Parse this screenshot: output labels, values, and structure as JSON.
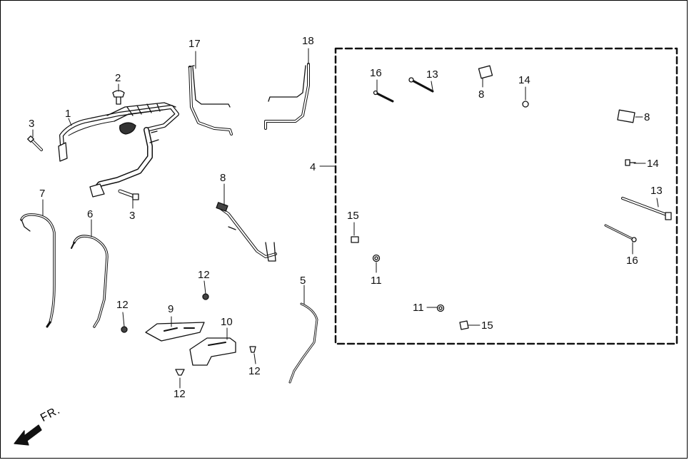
{
  "diagram": {
    "direction_label": "FR.",
    "callouts": [
      {
        "id": "c1",
        "text": "1"
      },
      {
        "id": "c2",
        "text": "2"
      },
      {
        "id": "c3a",
        "text": "3"
      },
      {
        "id": "c3b",
        "text": "3"
      },
      {
        "id": "c4",
        "text": "4"
      },
      {
        "id": "c5",
        "text": "5"
      },
      {
        "id": "c6",
        "text": "6"
      },
      {
        "id": "c7",
        "text": "7"
      },
      {
        "id": "c8a",
        "text": "8"
      },
      {
        "id": "c8b",
        "text": "8"
      },
      {
        "id": "c8c",
        "text": "8"
      },
      {
        "id": "c9",
        "text": "9"
      },
      {
        "id": "c10",
        "text": "10"
      },
      {
        "id": "c11a",
        "text": "11"
      },
      {
        "id": "c11b",
        "text": "11"
      },
      {
        "id": "c12a",
        "text": "12"
      },
      {
        "id": "c12b",
        "text": "12"
      },
      {
        "id": "c12c",
        "text": "12"
      },
      {
        "id": "c12d",
        "text": "12"
      },
      {
        "id": "c13a",
        "text": "13"
      },
      {
        "id": "c13b",
        "text": "13"
      },
      {
        "id": "c14a",
        "text": "14"
      },
      {
        "id": "c14b",
        "text": "14"
      },
      {
        "id": "c15a",
        "text": "15"
      },
      {
        "id": "c15b",
        "text": "15"
      },
      {
        "id": "c16a",
        "text": "16"
      },
      {
        "id": "c16b",
        "text": "16"
      },
      {
        "id": "c17",
        "text": "17"
      },
      {
        "id": "c18",
        "text": "18"
      }
    ]
  }
}
